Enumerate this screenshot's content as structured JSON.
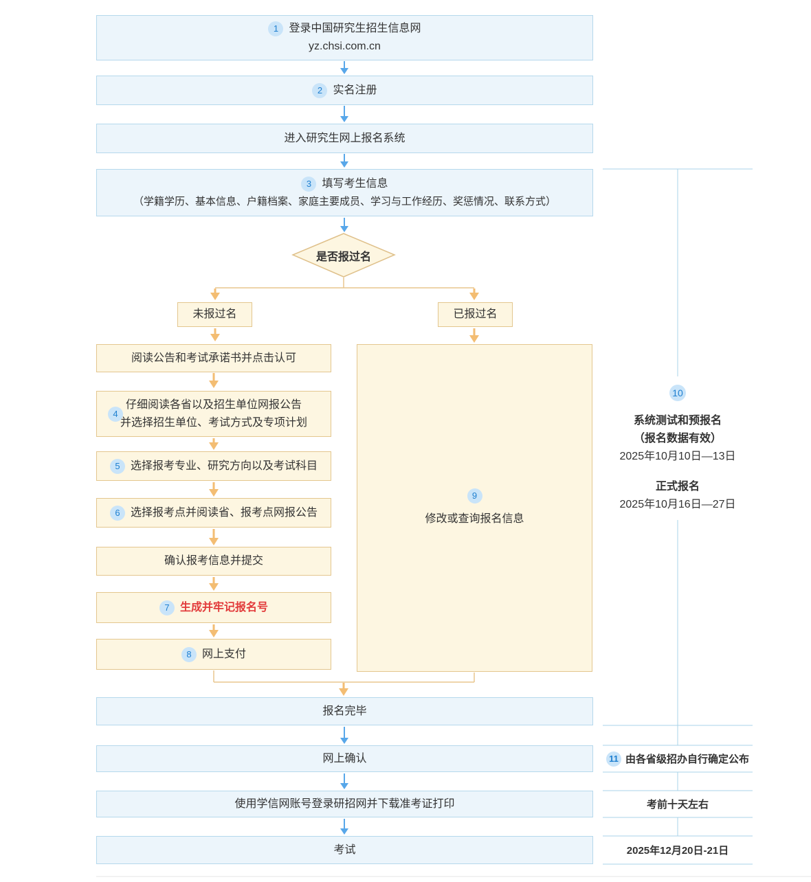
{
  "main": {
    "login": {
      "badge": "1",
      "title": "登录中国研究生招生信息网",
      "url": "yz.chsi.com.cn"
    },
    "register": {
      "badge": "2",
      "label": "实名注册"
    },
    "enter_system": {
      "label": "进入研究生网上报名系统"
    },
    "fill_info": {
      "badge": "3",
      "title": "填写考生信息",
      "detail": "（学籍学历、基本信息、户籍档案、家庭主要成员、学习与工作经历、奖惩情况、联系方式）"
    },
    "decision": {
      "label": "是否报过名"
    },
    "branch_no": {
      "label": "未报过名"
    },
    "branch_yes": {
      "label": "已报过名"
    },
    "read_notice": {
      "label": "阅读公告和考试承诺书并点击认可"
    },
    "read_province": {
      "badge": "4",
      "line1": "仔细阅读各省以及招生单位网报公告",
      "line2": "并选择招生单位、考试方式及专项计划"
    },
    "choose_major": {
      "badge": "5",
      "label": "选择报考专业、研究方向以及考试科目"
    },
    "choose_site": {
      "badge": "6",
      "label": "选择报考点并阅读省、报考点网报公告"
    },
    "confirm_submit": {
      "label": "确认报考信息并提交"
    },
    "generate_id": {
      "badge": "7",
      "label": "生成并牢记报名号"
    },
    "pay_online": {
      "badge": "8",
      "label": "网上支付"
    },
    "modify_query": {
      "badge": "9",
      "label": "修改或查询报名信息"
    },
    "finish": {
      "label": "报名完毕"
    },
    "online_confirm": {
      "label": "网上确认"
    },
    "download_ticket": {
      "label": "使用学信网账号登录研招网并下载准考证打印"
    },
    "exam": {
      "label": "考试"
    }
  },
  "sidebar": {
    "schedule": {
      "badge": "10",
      "test_title": "系统测试和预报名",
      "test_note": "（报名数据有效）",
      "test_date": "2025年10月10日—13日",
      "formal_title": "正式报名",
      "formal_date": "2025年10月16日—27日"
    },
    "confirm_note": {
      "badge": "11",
      "label": "由各省级招办自行确定公布"
    },
    "ticket_note": {
      "label": "考前十天左右"
    },
    "exam_date": {
      "label": "2025年12月20日-21日"
    }
  },
  "colors": {
    "blue_box_fill": "#ecf5fb",
    "blue_box_border": "#b5d8ec",
    "cream_box_fill": "#fdf6e1",
    "cream_box_border": "#e3c68e",
    "blue_arrow": "#58a7e9",
    "orange_arrow": "#f3bd73",
    "orange_line": "#e9c58d",
    "sidebar_line": "#a9d3e8",
    "badge_bg": "#c9e4f9",
    "badge_text": "#2080d0",
    "alert_red": "#e23a3a"
  }
}
